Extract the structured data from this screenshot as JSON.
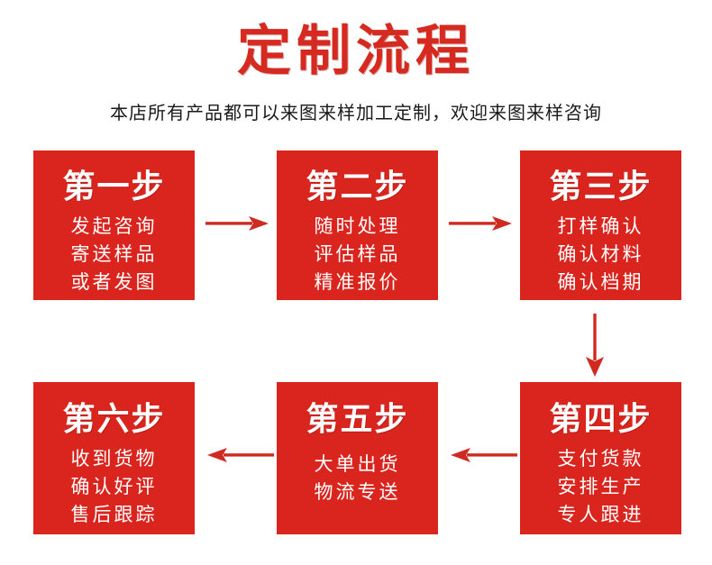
{
  "header": {
    "title": "定制流程",
    "subtitle": "本店所有产品都可以来图来样加工定制，欢迎来图来样咨询"
  },
  "theme": {
    "accent_red": "#da251e",
    "title_red": "#d6291f",
    "box_text": "#ffffff",
    "page_background": "#ffffff",
    "subtitle_color": "#1a1a1a"
  },
  "steps": [
    {
      "id": "step-1",
      "heading": "第一步",
      "lines": [
        "发起咨询",
        "寄送样品",
        "或者发图"
      ]
    },
    {
      "id": "step-2",
      "heading": "第二步",
      "lines": [
        "随时处理",
        "评估样品",
        "精准报价"
      ]
    },
    {
      "id": "step-3",
      "heading": "第三步",
      "lines": [
        "打样确认",
        "确认材料",
        "确认档期"
      ]
    },
    {
      "id": "step-4",
      "heading": "第四步",
      "lines": [
        "支付货款",
        "安排生产",
        "专人跟进"
      ]
    },
    {
      "id": "step-5",
      "heading": "第五步",
      "lines": [
        "大单出货",
        "物流专送"
      ]
    },
    {
      "id": "step-6",
      "heading": "第六步",
      "lines": [
        "收到货物",
        "确认好评",
        "售后跟踪"
      ]
    }
  ],
  "arrows": [
    {
      "name": "arrow-step1-to-step2",
      "direction": "right",
      "color": "#cf2a20"
    },
    {
      "name": "arrow-step2-to-step3",
      "direction": "right",
      "color": "#cf2a20"
    },
    {
      "name": "arrow-step3-to-step4",
      "direction": "down",
      "color": "#cf2a20"
    },
    {
      "name": "arrow-step4-to-step5",
      "direction": "left",
      "color": "#cf2a20"
    },
    {
      "name": "arrow-step5-to-step6",
      "direction": "left",
      "color": "#cf2a20"
    }
  ]
}
